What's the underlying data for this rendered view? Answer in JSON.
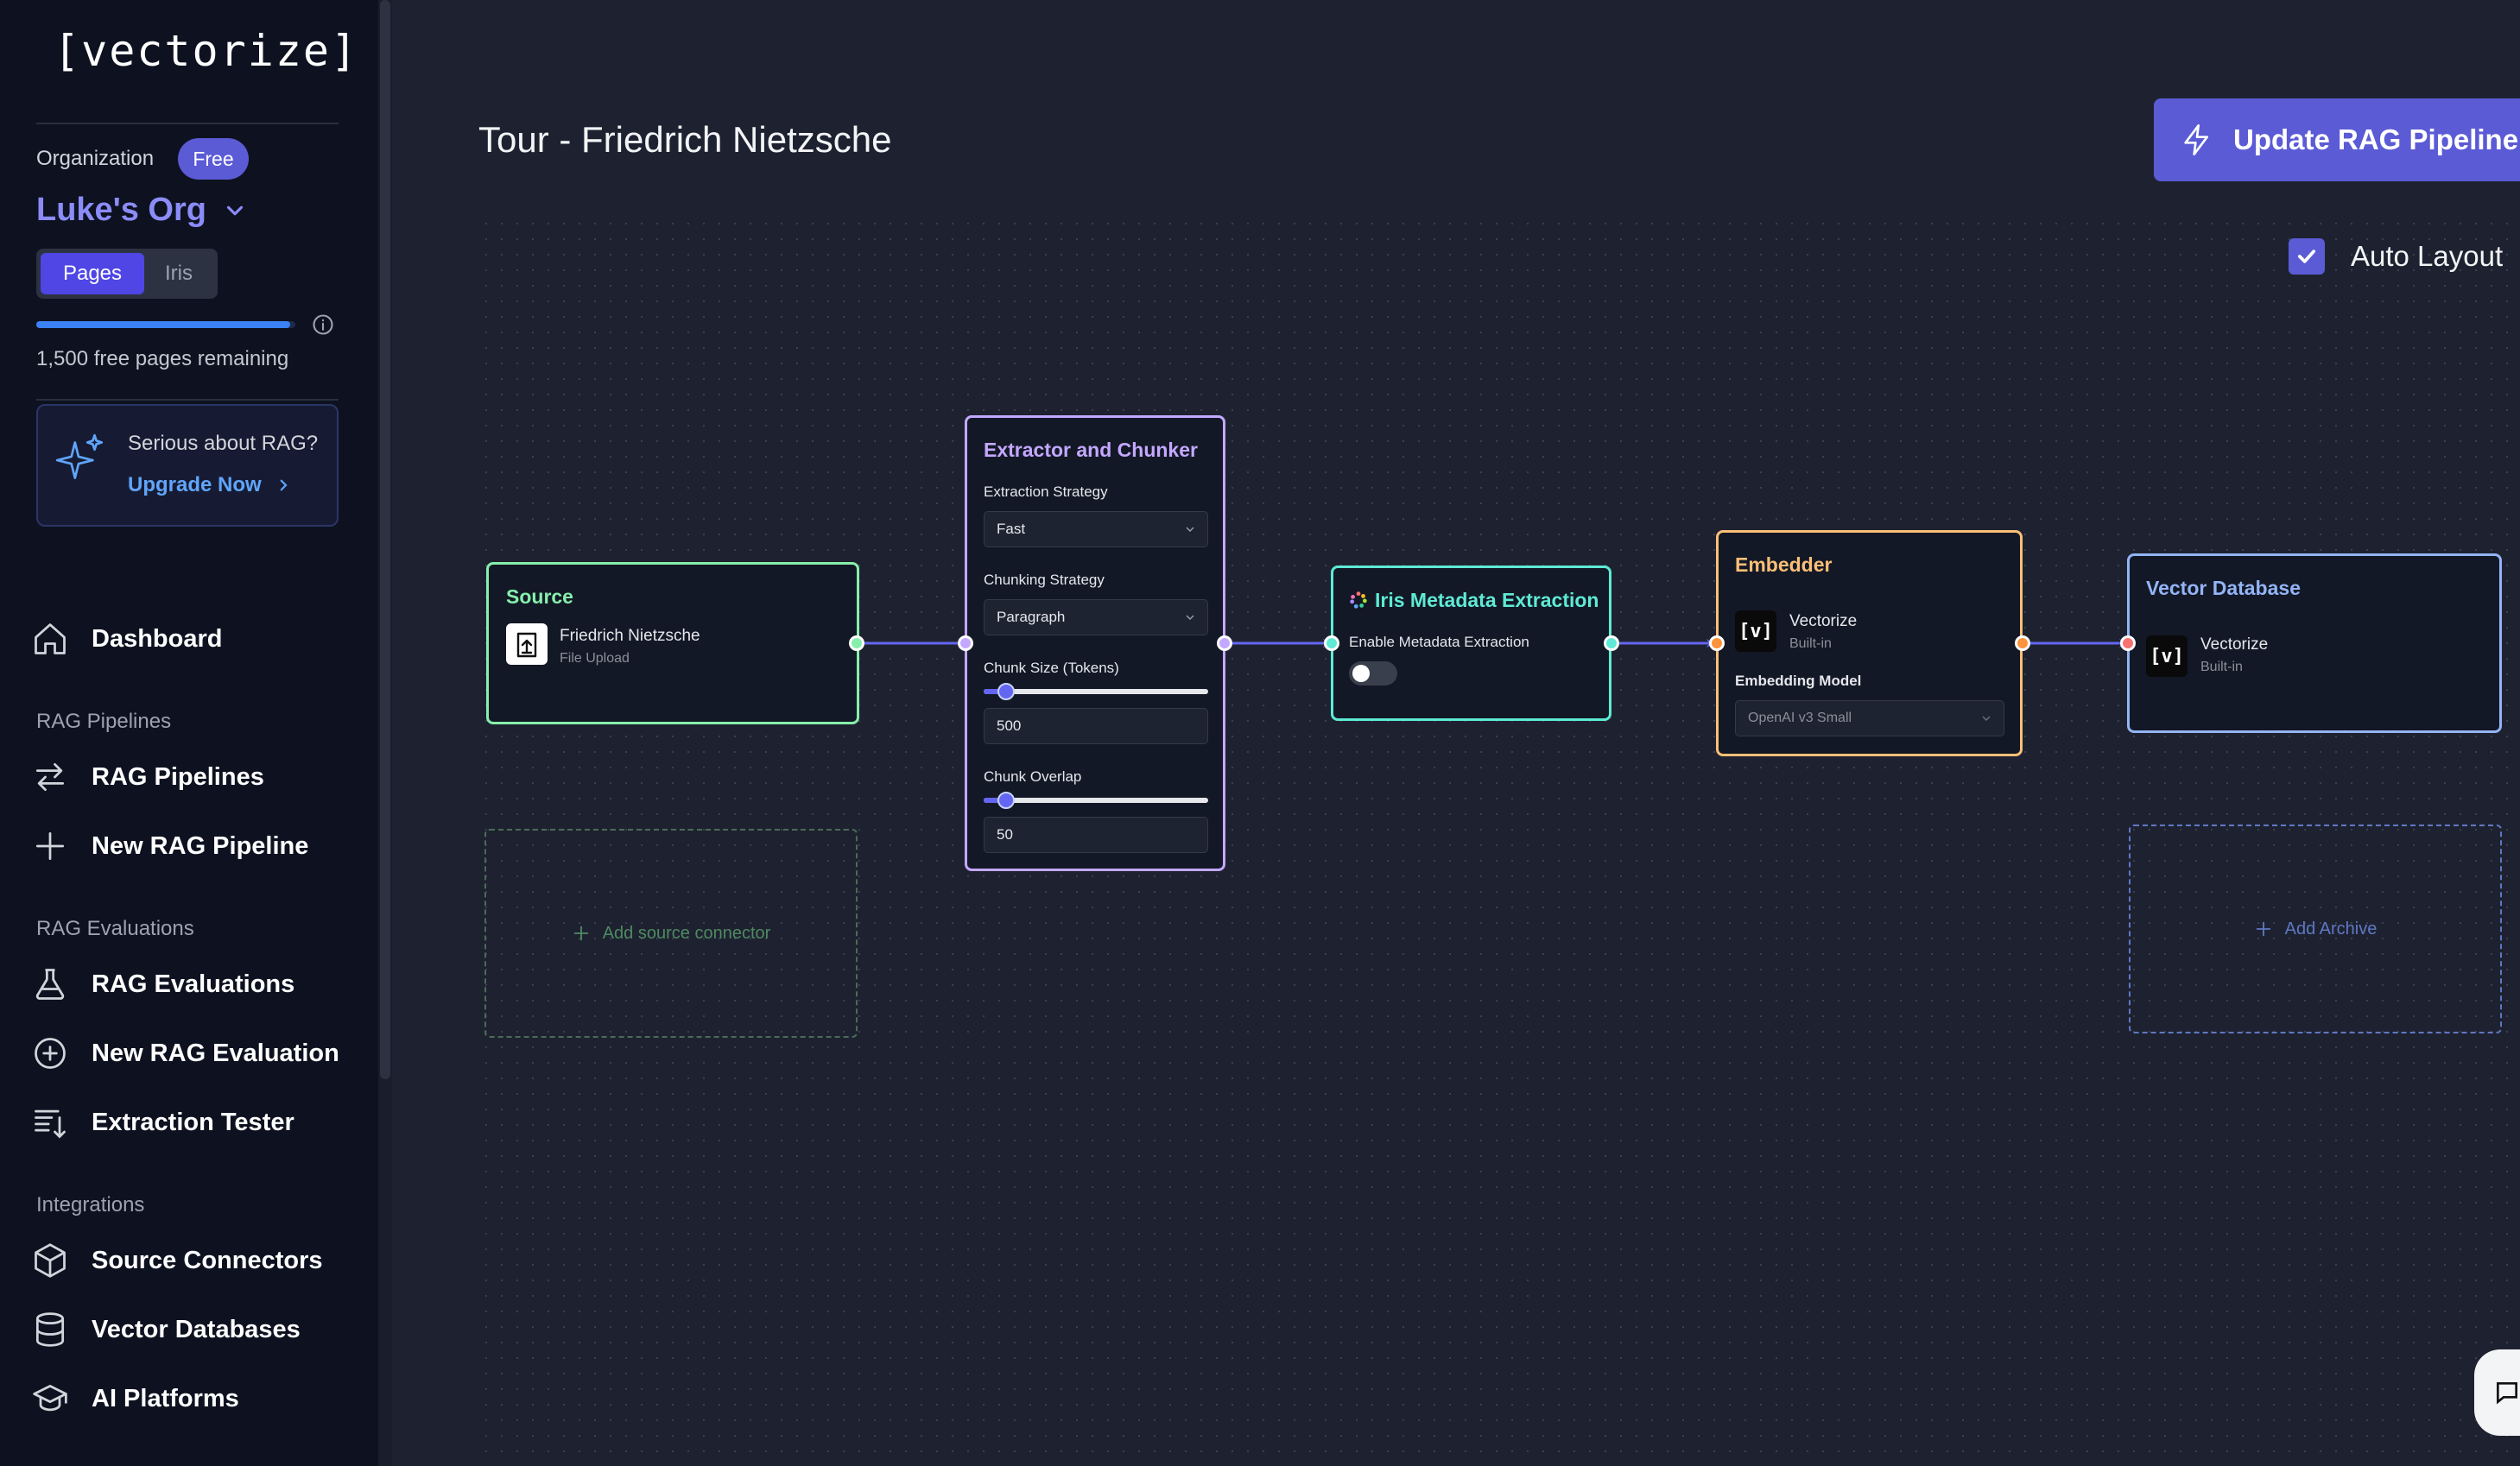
{
  "sidebar": {
    "logo": "[vectorize]",
    "org_label": "Organization",
    "plan_badge": "Free",
    "org_name": "Luke's Org",
    "segment": [
      "Pages",
      "Iris"
    ],
    "pages_progress": 0.98,
    "pages_remaining": "1,500 free pages remaining",
    "upgrade_question": "Serious about RAG?",
    "upgrade_link": "Upgrade Now",
    "dashboard": "Dashboard",
    "section_pipelines": "RAG Pipelines",
    "rag_pipelines": "RAG Pipelines",
    "new_rag_pipeline": "New RAG Pipeline",
    "section_evaluations": "RAG Evaluations",
    "rag_evaluations": "RAG Evaluations",
    "new_rag_evaluation": "New RAG Evaluation",
    "extraction_tester": "Extraction Tester",
    "section_integrations": "Integrations",
    "source_connectors": "Source Connectors",
    "vector_databases": "Vector Databases",
    "ai_platforms": "AI Platforms"
  },
  "header": {
    "title": "Tour - Friedrich Nietzsche",
    "update_button": "Update RAG Pipeline",
    "auto_layout_label": "Auto Layout",
    "auto_layout_checked": true
  },
  "colors": {
    "accent": "#5b5bd6",
    "source": "#86efac",
    "chunker": "#c4a8ff",
    "iris": "#5eead4",
    "embedder": "#fbbf77",
    "vectordb": "#93b4f5"
  },
  "nodes": {
    "source": {
      "title": "Source",
      "item_name": "Friedrich Nietzsche",
      "item_type": "File Upload",
      "add_label": "Add source connector"
    },
    "chunker": {
      "title": "Extractor and Chunker",
      "extraction_label": "Extraction Strategy",
      "extraction_value": "Fast",
      "chunking_label": "Chunking Strategy",
      "chunking_value": "Paragraph",
      "chunk_size_label": "Chunk Size (Tokens)",
      "chunk_size_value": "500",
      "chunk_size_fraction": 0.1,
      "overlap_label": "Chunk Overlap",
      "overlap_value": "50",
      "overlap_fraction": 0.1
    },
    "iris": {
      "title": "Iris Metadata Extraction",
      "toggle_label": "Enable Metadata Extraction",
      "enabled": false
    },
    "embedder": {
      "title": "Embedder",
      "provider": "Vectorize",
      "provider_sub": "Built-in",
      "model_label": "Embedding Model",
      "model_value": "OpenAI v3 Small",
      "logo_text": "[v]"
    },
    "vectordb": {
      "title": "Vector Database",
      "provider": "Vectorize",
      "provider_sub": "Built-in",
      "logo_text": "[v]",
      "add_label": "Add Archive"
    }
  }
}
